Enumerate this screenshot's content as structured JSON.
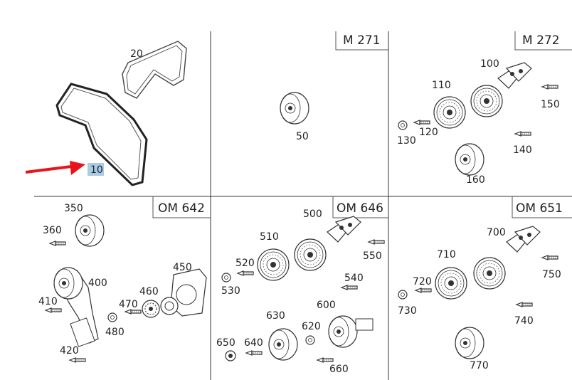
{
  "panels": {
    "main": {
      "parts": {
        "belt_20": "20",
        "belt_10": "10"
      }
    },
    "m271": {
      "engine": "M 271",
      "parts": {
        "p50": "50"
      }
    },
    "m272": {
      "engine": "M 272",
      "parts": {
        "p100": "100",
        "p110": "110",
        "p120": "120",
        "p130": "130",
        "p140": "140",
        "p150": "150",
        "p160": "160"
      }
    },
    "om642": {
      "engine": "OM 642",
      "parts": {
        "p350": "350",
        "p360": "360",
        "p400": "400",
        "p410": "410",
        "p420": "420",
        "p450": "450",
        "p460": "460",
        "p470": "470",
        "p480": "480"
      }
    },
    "om646": {
      "engine": "OM 646",
      "parts": {
        "p500": "500",
        "p510": "510",
        "p520": "520",
        "p530": "530",
        "p540": "540",
        "p550": "550",
        "p600": "600",
        "p620": "620",
        "p630": "630",
        "p640": "640",
        "p650": "650",
        "p660": "660"
      }
    },
    "om651": {
      "engine": "OM 651",
      "parts": {
        "p700": "700",
        "p710": "710",
        "p720": "720",
        "p730": "730",
        "p740": "740",
        "p750": "750",
        "p770": "770"
      }
    }
  },
  "highlight": {
    "color": "#a8cbe6",
    "arrow_color": "#e8141b"
  }
}
